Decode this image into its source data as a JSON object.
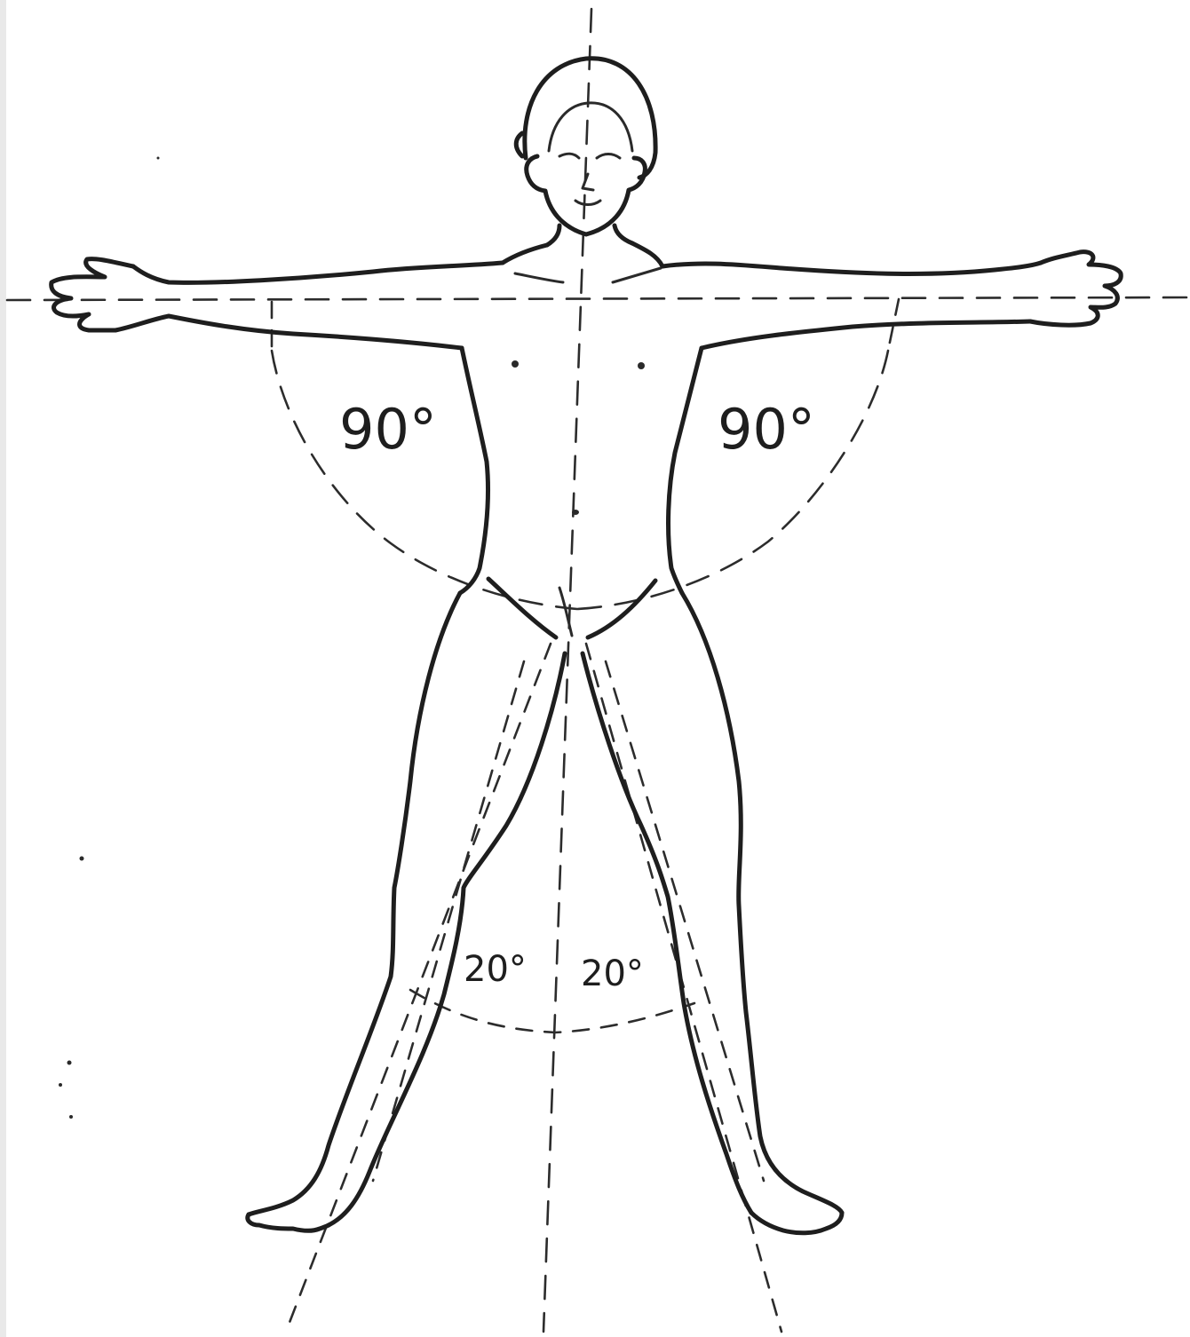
{
  "labels": {
    "right_arm_angle": "90°",
    "left_arm_angle": "90°",
    "right_leg_angle": "20°",
    "left_leg_angle": "20°"
  },
  "colors": {
    "ink": "#1e1e1e",
    "paper": "#ffffff"
  }
}
